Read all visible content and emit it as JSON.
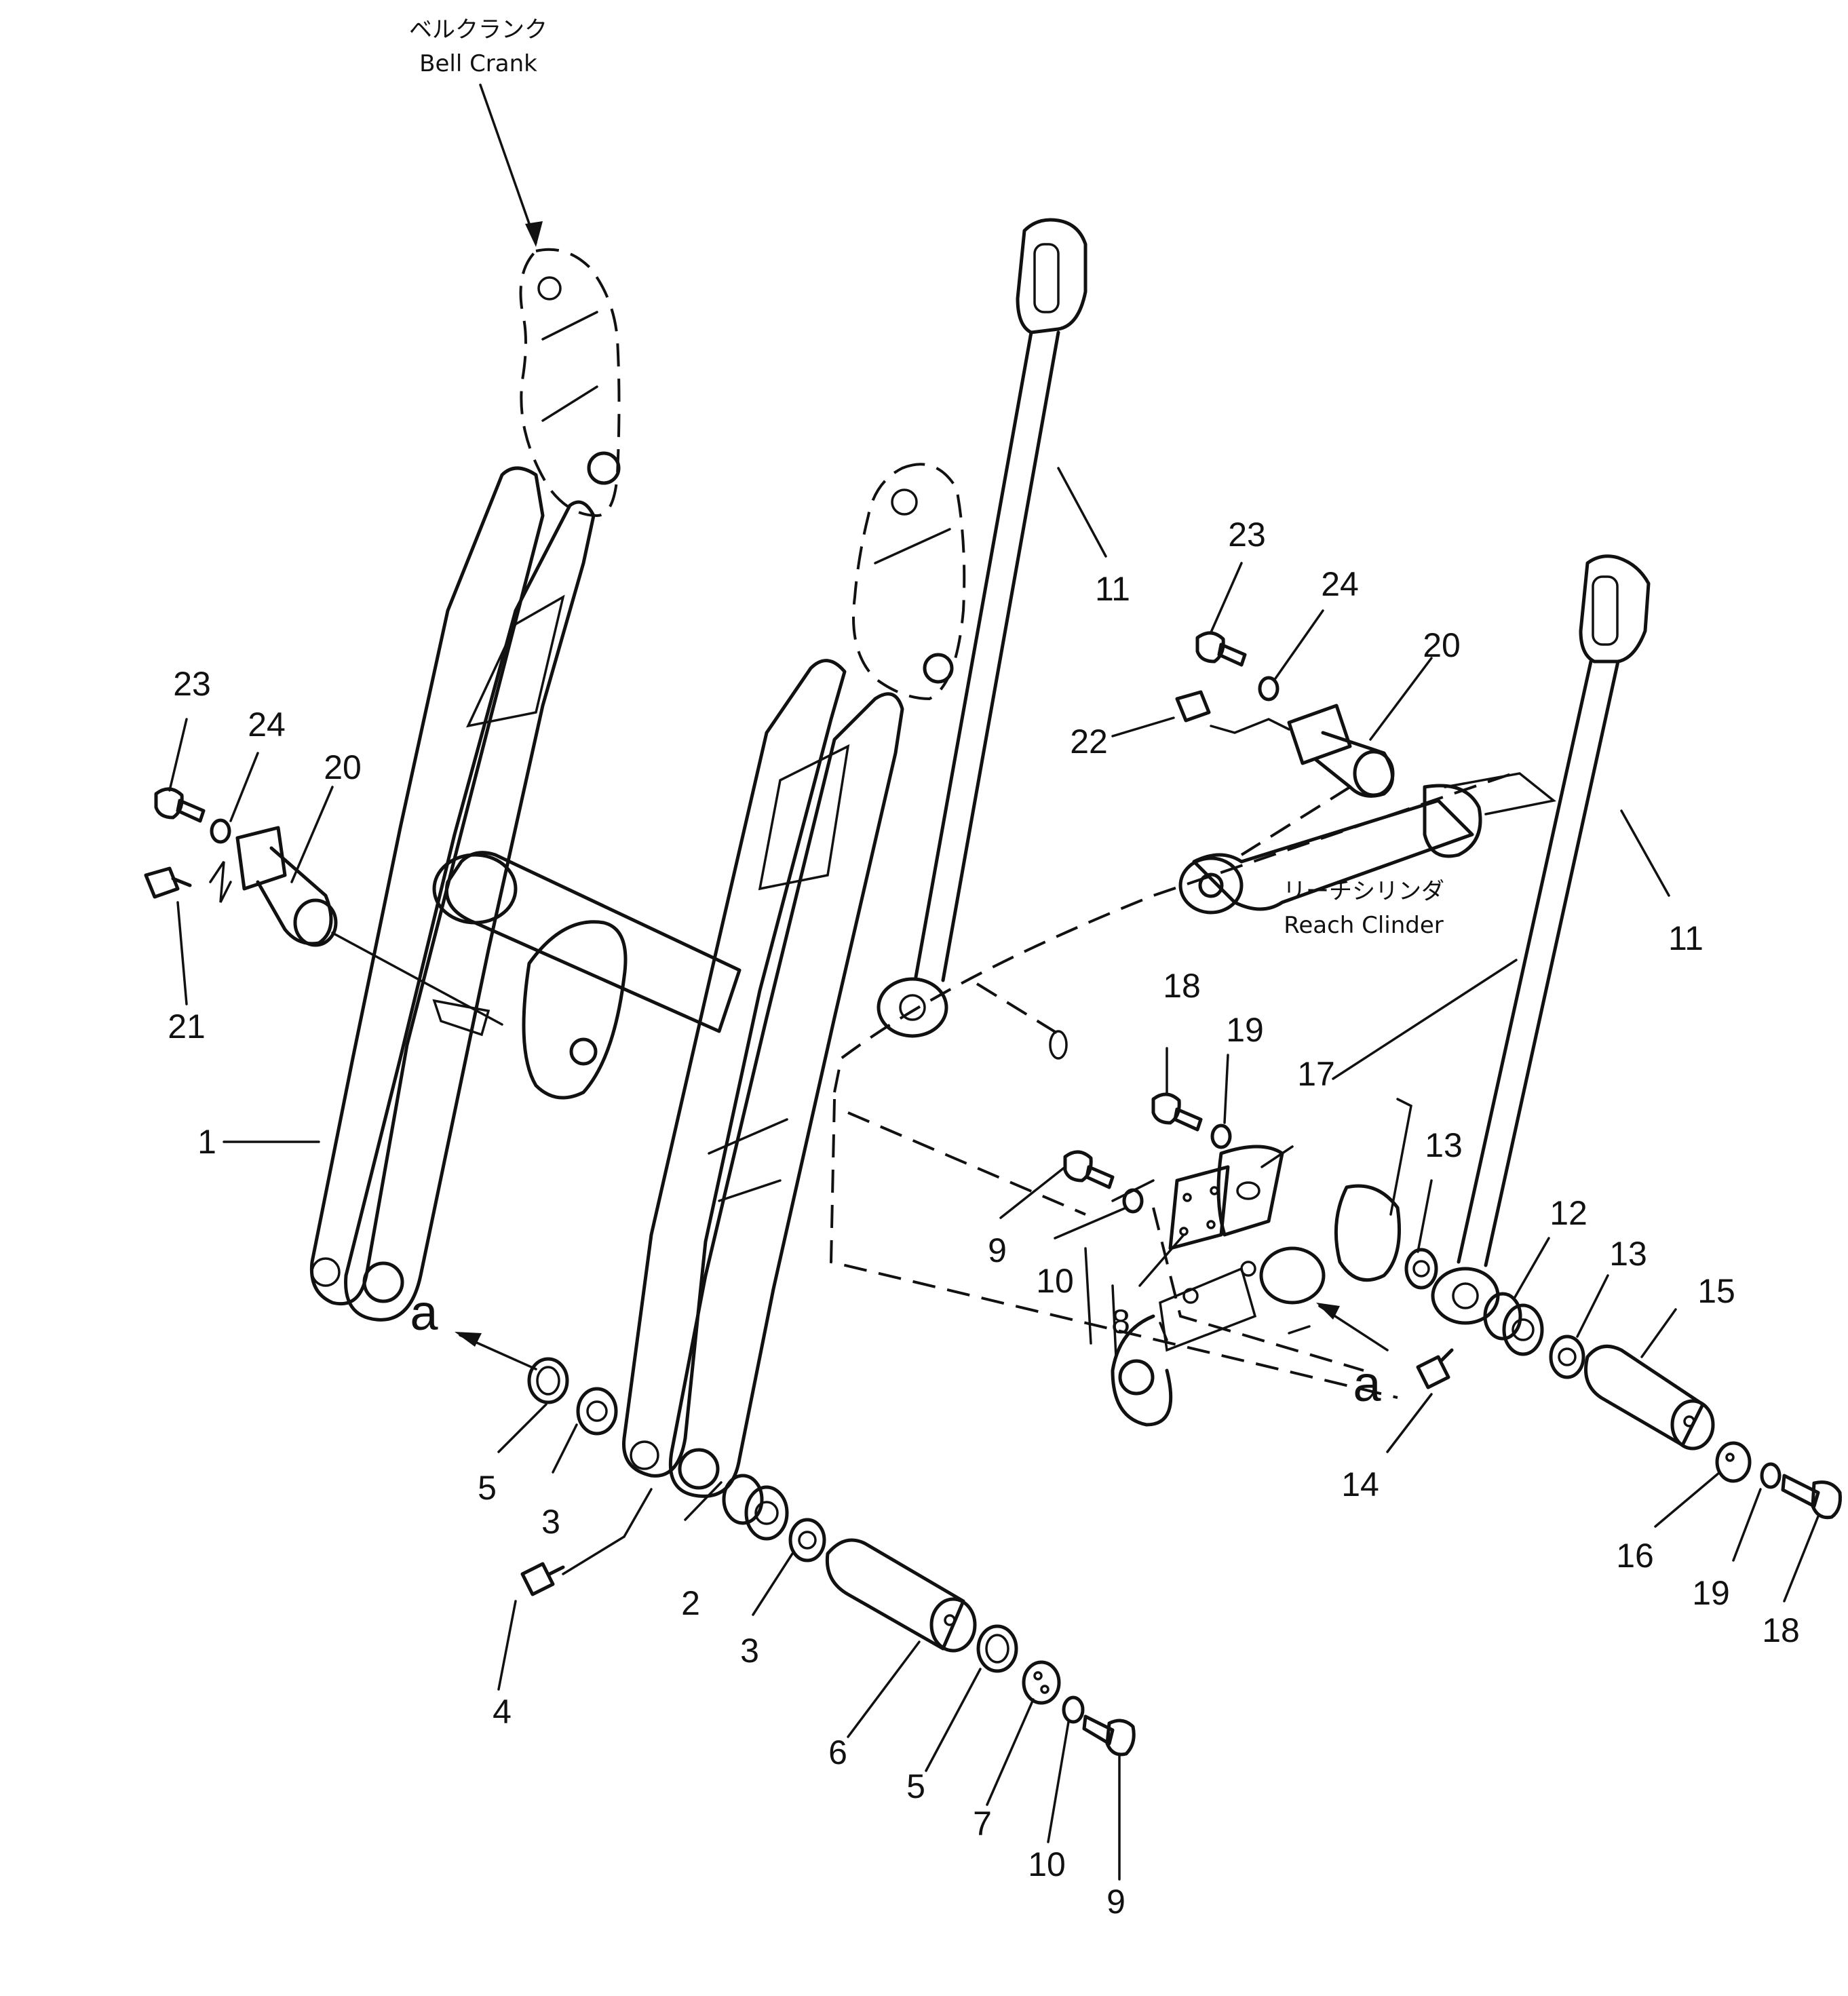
{
  "captions": {
    "bell_crank_jp": "ベルクランク",
    "bell_crank_en": "Bell Crank",
    "reach_cylinder_jp": "リーチシリンダ",
    "reach_cylinder_en": "Reach Clinder"
  },
  "view_markers": {
    "left": "a",
    "right": "a"
  },
  "callouts": {
    "c1": "1",
    "c2": "2",
    "c3a": "3",
    "c3b": "3",
    "c4": "4",
    "c5a": "5",
    "c5b": "5",
    "c6": "6",
    "c7": "7",
    "c8": "8",
    "c9a": "9",
    "c9b": "9",
    "c10a": "10",
    "c10b": "10",
    "c11a": "11",
    "c11b": "11",
    "c12": "12",
    "c13a": "13",
    "c13b": "13",
    "c14": "14",
    "c15": "15",
    "c16": "16",
    "c17": "17",
    "c18a": "18",
    "c18b": "18",
    "c19a": "19",
    "c19b": "19",
    "c20a": "20",
    "c20b": "20",
    "c21": "21",
    "c22": "22",
    "c23a": "23",
    "c23b": "23",
    "c24a": "24",
    "c24b": "24"
  }
}
